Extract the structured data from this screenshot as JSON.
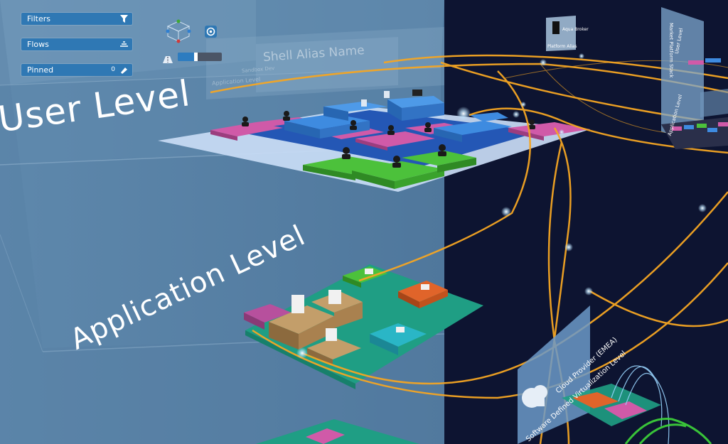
{
  "panel": {
    "filters_label": "Filters",
    "flows_label": "Flows",
    "pinned_label": "Pinned",
    "pinned_count": "0"
  },
  "toolbar": {
    "zoom_level": 0.4
  },
  "levels": {
    "user_level": "User Level",
    "application_level": "Application Level"
  },
  "ghost_labels": {
    "shell_alias_name": "Shell Alias Name",
    "application_level_small": "Application Level",
    "sandbox": "Sandbox Dev"
  },
  "far_cards": {
    "aqua_broker": "Aqua Broker",
    "platform_alias": "Platform Alias",
    "market_platform": "Market Platform Stack",
    "user_level_far": "User Level",
    "application_level_far": "Application Level"
  },
  "cloud_card": {
    "title": "Cloud Provider (EMEA)",
    "subtitle": "Software Defined Virtualization Level"
  },
  "colors": {
    "accent": "#2f78b4",
    "flow": "#f5a623",
    "pink": "#d05aa8",
    "blue": "#2f7fd0",
    "green": "#3fa832",
    "teal": "#1f9e84",
    "tan": "#b08a5a",
    "orange": "#e0642a",
    "cyan": "#2ab6c6"
  }
}
